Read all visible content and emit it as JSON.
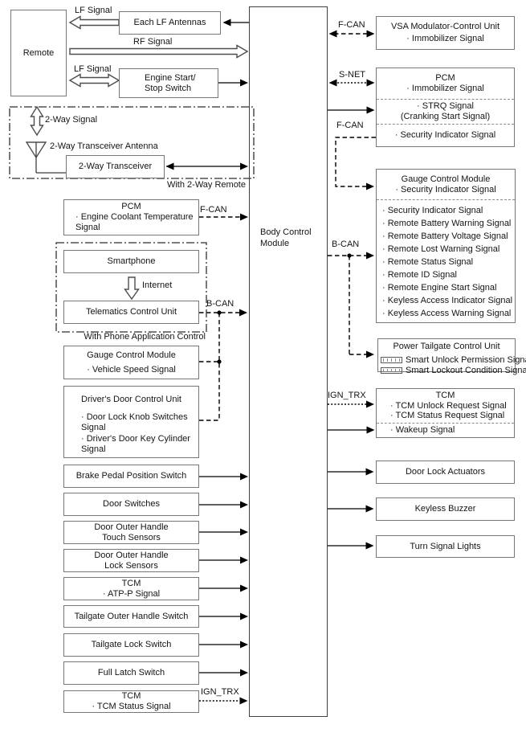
{
  "bcm": {
    "line1": "Body Control",
    "line2": "Module"
  },
  "labels": {
    "lf_signal_top": "LF Signal",
    "rf_signal": "RF Signal",
    "lf_signal_bottom": "LF Signal",
    "two_way_signal": "2-Way Signal",
    "two_way_antenna": "2-Way Transceiver Antenna",
    "with_two_way_remote": "With 2-Way Remote",
    "f_can_left": "F-CAN",
    "internet": "Internet",
    "b_can_left": "B-CAN",
    "with_phone_app": "With Phone Application Control",
    "ign_trx_left": "IGN_TRX",
    "f_can_vsa": "F-CAN",
    "s_net": "S-NET",
    "f_can_gauge": "F-CAN",
    "b_can_right": "B-CAN",
    "ign_trx_right": "IGN_TRX"
  },
  "left_column": {
    "remote": "Remote",
    "each_lf_antennas": "Each LF Antennas",
    "engine_start_stop": {
      "line1": "Engine Start/",
      "line2": "Stop Switch"
    },
    "two_way_transceiver": "2-Way Transceiver",
    "pcm": {
      "title": "PCM",
      "signal": "· Engine Coolant Temperature Signal"
    },
    "smartphone": "Smartphone",
    "telematics": "Telematics Control Unit",
    "gauge": {
      "title": "Gauge Control Module",
      "signal": "· Vehicle Speed Signal"
    },
    "drivers_door": {
      "title": "Driver's Door Control Unit",
      "signal1": "· Door Lock Knob Switches Signal",
      "signal2": "· Driver's Door Key Cylinder Signal"
    },
    "brake_pedal": "Brake Pedal Position Switch",
    "door_switches": "Door Switches",
    "touch_sensors": {
      "line1": "Door Outer Handle",
      "line2": "Touch Sensors"
    },
    "lock_sensors": {
      "line1": "Door Outer Handle",
      "line2": "Lock Sensors"
    },
    "tcm_atpp": {
      "title": "TCM",
      "signal": "· ATP-P Signal"
    },
    "tailgate_outer": "Tailgate Outer Handle Switch",
    "tailgate_lock": "Tailgate Lock Switch",
    "full_latch": "Full Latch Switch",
    "tcm_status": {
      "title": "TCM",
      "signal": "· TCM Status Signal"
    }
  },
  "right_column": {
    "vsa": {
      "title": "VSA Modulator-Control Unit",
      "signal": "· Immobilizer Signal"
    },
    "pcm": {
      "title": "PCM",
      "s1": "· Immobilizer Signal",
      "s2a": "· STRQ Signal",
      "s2b": "(Cranking Start Signal)",
      "s3": "· Security Indicator Signal"
    },
    "gauge": {
      "title": "Gauge Control Module",
      "subtitle": "· Security Indicator Signal",
      "signals": [
        "· Security Indicator Signal",
        "· Remote Battery Warning Signal",
        "· Remote Battery Voltage Signal",
        "· Remote Lost Warning Signal",
        "· Remote Status Signal",
        "· Remote ID Signal",
        "· Remote Engine Start Signal",
        "· Keyless Access Indicator Signal",
        "· Keyless Access Warning Signal"
      ]
    },
    "power_tailgate": {
      "title": "Power Tailgate Control Unit",
      "signal1": "Smart Unlock Permission Signal",
      "signal2": "Smart Lockout Condition Signal"
    },
    "tcm": {
      "title": "TCM",
      "s1": "· TCM Unlock Request Signal",
      "s2": "· TCM Status Request Signal",
      "s3": "· Wakeup Signal"
    },
    "door_lock_actuators": "Door Lock Actuators",
    "keyless_buzzer": "Keyless Buzzer",
    "turn_signal_lights": "Turn Signal Lights"
  },
  "colors": {
    "box_border": "#767676",
    "bcm_border": "#3f3f3f",
    "line": "#000000",
    "divider": "#8c8c8c"
  }
}
